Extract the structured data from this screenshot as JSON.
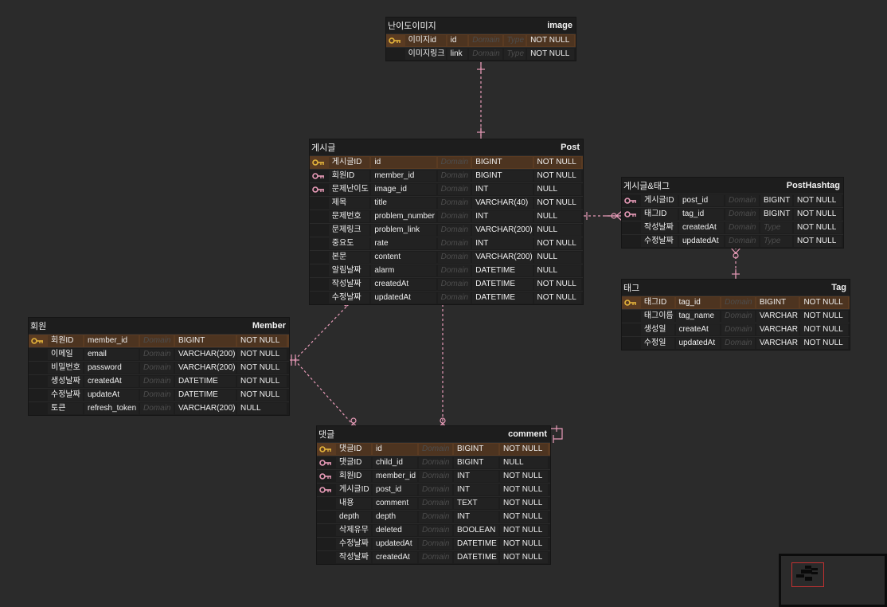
{
  "colors": {
    "background": "#2b2b2b",
    "table_bg": "#1d1d1d",
    "pk_row": "#5a3b22",
    "pk_key": "#e3b33b",
    "fk_key": "#e89bb8",
    "relation_line": "#e89bb8",
    "minimap_viewport": "#c13131"
  },
  "tables": [
    {
      "id": "image",
      "label_ko": "난이도이미지",
      "label_en": "image",
      "columns": [
        {
          "key": "pk",
          "logical": "이미지id",
          "physical": "id",
          "domain": "Domain",
          "type": "Type",
          "nullable": "NOT NULL"
        },
        {
          "key": "",
          "logical": "이미지링크",
          "physical": "link",
          "domain": "Domain",
          "type": "Type",
          "nullable": "NOT NULL"
        }
      ]
    },
    {
      "id": "post",
      "label_ko": "게시글",
      "label_en": "Post",
      "columns": [
        {
          "key": "pk",
          "logical": "게시글ID",
          "physical": "id",
          "domain": "Domain",
          "type": "BIGINT",
          "nullable": "NOT NULL"
        },
        {
          "key": "fk",
          "logical": "회원ID",
          "physical": "member_id",
          "domain": "Domain",
          "type": "BIGINT",
          "nullable": "NOT NULL"
        },
        {
          "key": "fk",
          "logical": "문제난이도",
          "physical": "image_id",
          "domain": "Domain",
          "type": "INT",
          "nullable": "NULL"
        },
        {
          "key": "",
          "logical": "제목",
          "physical": "title",
          "domain": "Domain",
          "type": "VARCHAR(40)",
          "nullable": "NOT NULL"
        },
        {
          "key": "",
          "logical": "문제번호",
          "physical": "problem_number",
          "domain": "Domain",
          "type": "INT",
          "nullable": "NULL"
        },
        {
          "key": "",
          "logical": "문제링크",
          "physical": "problem_link",
          "domain": "Domain",
          "type": "VARCHAR(200)",
          "nullable": "NULL"
        },
        {
          "key": "",
          "logical": "중요도",
          "physical": "rate",
          "domain": "Domain",
          "type": "INT",
          "nullable": "NOT NULL"
        },
        {
          "key": "",
          "logical": "본문",
          "physical": "content",
          "domain": "Domain",
          "type": "VARCHAR(200)",
          "nullable": "NULL"
        },
        {
          "key": "",
          "logical": "알림날짜",
          "physical": "alarm",
          "domain": "Domain",
          "type": "DATETIME",
          "nullable": "NULL"
        },
        {
          "key": "",
          "logical": "작성날짜",
          "physical": "createdAt",
          "domain": "Domain",
          "type": "DATETIME",
          "nullable": "NOT NULL"
        },
        {
          "key": "",
          "logical": "수정날짜",
          "physical": "updatedAt",
          "domain": "Domain",
          "type": "DATETIME",
          "nullable": "NOT NULL"
        }
      ]
    },
    {
      "id": "posthashtag",
      "label_ko": "게시글&태그",
      "label_en": "PostHashtag",
      "columns": [
        {
          "key": "fk",
          "logical": "게시글ID",
          "physical": "post_id",
          "domain": "Domain",
          "type": "BIGINT",
          "nullable": "NOT NULL"
        },
        {
          "key": "fk",
          "logical": "태그ID",
          "physical": "tag_id",
          "domain": "Domain",
          "type": "BIGINT",
          "nullable": "NOT NULL"
        },
        {
          "key": "",
          "logical": "작성날짜",
          "physical": "createdAt",
          "domain": "Domain",
          "type": "Type",
          "nullable": "NOT NULL"
        },
        {
          "key": "",
          "logical": "수정날짜",
          "physical": "updatedAt",
          "domain": "Domain",
          "type": "Type",
          "nullable": "NOT NULL"
        }
      ]
    },
    {
      "id": "tag",
      "label_ko": "태그",
      "label_en": "Tag",
      "columns": [
        {
          "key": "pk",
          "logical": "태그ID",
          "physical": "tag_id",
          "domain": "Domain",
          "type": "BIGINT",
          "nullable": "NOT NULL"
        },
        {
          "key": "",
          "logical": "태그이름",
          "physical": "tag_name",
          "domain": "Domain",
          "type": "VARCHAR",
          "nullable": "NOT NULL"
        },
        {
          "key": "",
          "logical": "생성일",
          "physical": "createAt",
          "domain": "Domain",
          "type": "VARCHAR",
          "nullable": "NOT NULL"
        },
        {
          "key": "",
          "logical": "수정일",
          "physical": "updatedAt",
          "domain": "Domain",
          "type": "VARCHAR",
          "nullable": "NOT NULL"
        }
      ]
    },
    {
      "id": "member",
      "label_ko": "회원",
      "label_en": "Member",
      "columns": [
        {
          "key": "pk",
          "logical": "회원ID",
          "physical": "member_id",
          "domain": "Domain",
          "type": "BIGINT",
          "nullable": "NOT NULL"
        },
        {
          "key": "",
          "logical": "이메일",
          "physical": "email",
          "domain": "Domain",
          "type": "VARCHAR(200)",
          "nullable": "NOT NULL"
        },
        {
          "key": "",
          "logical": "비밀번호",
          "physical": "password",
          "domain": "Domain",
          "type": "VARCHAR(200)",
          "nullable": "NOT NULL"
        },
        {
          "key": "",
          "logical": "생성날짜",
          "physical": "createdAt",
          "domain": "Domain",
          "type": "DATETIME",
          "nullable": "NOT NULL"
        },
        {
          "key": "",
          "logical": "수정날짜",
          "physical": "updateAt",
          "domain": "Domain",
          "type": "DATETIME",
          "nullable": "NOT NULL"
        },
        {
          "key": "",
          "logical": "토큰",
          "physical": "refresh_token",
          "domain": "Domain",
          "type": "VARCHAR(200)",
          "nullable": "NULL"
        }
      ]
    },
    {
      "id": "comment",
      "label_ko": "댓글",
      "label_en": "comment",
      "columns": [
        {
          "key": "pk",
          "logical": "댓글ID",
          "physical": "id",
          "domain": "Domain",
          "type": "BIGINT",
          "nullable": "NOT NULL"
        },
        {
          "key": "fk",
          "logical": "댓글ID",
          "physical": "child_id",
          "domain": "Domain",
          "type": "BIGINT",
          "nullable": "NULL"
        },
        {
          "key": "fk",
          "logical": "회원ID",
          "physical": "member_id",
          "domain": "Domain",
          "type": "INT",
          "nullable": "NOT NULL"
        },
        {
          "key": "fk",
          "logical": "게시글ID",
          "physical": "post_id",
          "domain": "Domain",
          "type": "INT",
          "nullable": "NOT NULL"
        },
        {
          "key": "",
          "logical": "내용",
          "physical": "comment",
          "domain": "Domain",
          "type": "TEXT",
          "nullable": "NOT NULL"
        },
        {
          "key": "",
          "logical": "depth",
          "physical": "depth",
          "domain": "Domain",
          "type": "INT",
          "nullable": "NOT NULL"
        },
        {
          "key": "",
          "logical": "삭제유무",
          "physical": "deleted",
          "domain": "Domain",
          "type": "BOOLEAN",
          "nullable": "NOT NULL"
        },
        {
          "key": "",
          "logical": "수정날짜",
          "physical": "updatedAt",
          "domain": "Domain",
          "type": "DATETIME",
          "nullable": "NOT NULL"
        },
        {
          "key": "",
          "logical": "작성날짜",
          "physical": "createdAt",
          "domain": "Domain",
          "type": "DATETIME",
          "nullable": "NOT NULL"
        }
      ]
    }
  ],
  "relations": [
    {
      "from": "image",
      "to": "post",
      "style": "one-to-zero-or-one"
    },
    {
      "from": "posthashtag",
      "to": "post",
      "style": "one-to-zero-or-many"
    },
    {
      "from": "posthashtag",
      "to": "tag",
      "style": "one-to-zero-or-many"
    },
    {
      "from": "post",
      "to": "member",
      "style": "one-to-zero-or-many"
    },
    {
      "from": "member",
      "to": "comment",
      "style": "one-to-zero-or-many"
    },
    {
      "from": "post",
      "to": "comment",
      "style": "one-to-zero-or-many"
    },
    {
      "from": "comment",
      "to": "comment",
      "style": "self-reference"
    }
  ],
  "icons": {
    "pk": "primary-key-icon",
    "fk": "foreign-key-icon"
  },
  "minimap": {
    "label": ""
  }
}
